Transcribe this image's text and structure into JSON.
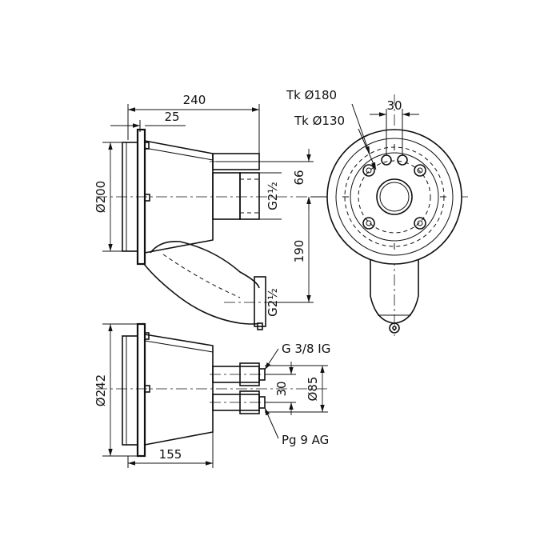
{
  "drawing": {
    "top_view": {
      "dim_width_overall": "240",
      "dim_flange": "25",
      "dim_diameter": "Ø200",
      "dim_upper_offset": "66",
      "dim_lower_offset": "190",
      "thread_upper": "G2½",
      "thread_lower": "G2½"
    },
    "front_view": {
      "label_pcd_outer": "Tk Ø180",
      "label_pcd_inner": "Tk Ø130",
      "dim_hole_spacing": "30"
    },
    "bottom_view": {
      "dim_diameter": "Ø242",
      "dim_depth": "155",
      "label_thread_inner": "G 3/8 IG",
      "label_gland": "Pg 9 AG",
      "dim_pipe_spacing": "30",
      "dim_pipe_diameter": "Ø85"
    }
  }
}
